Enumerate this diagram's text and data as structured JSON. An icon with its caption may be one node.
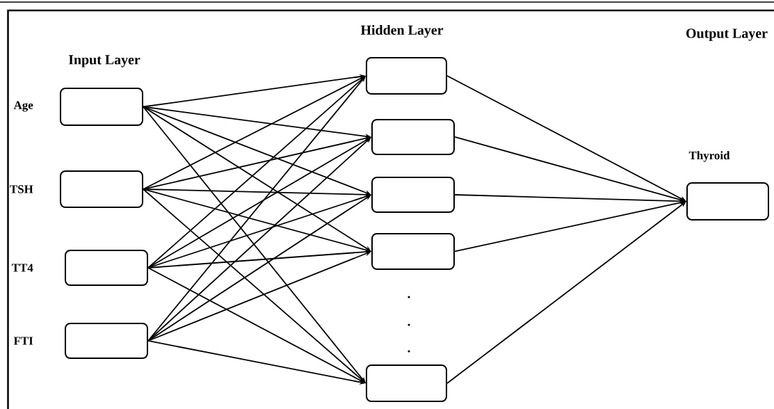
{
  "diagram": {
    "nodes": [
      {
        "text": [],
        "shape": "box",
        "beside": [
          "Age"
        ]
      },
      {
        "text": [],
        "shape": "box",
        "beside": [
          "TSH"
        ]
      },
      {
        "text": [],
        "shape": "box",
        "beside": [
          "TT4"
        ]
      },
      {
        "text": [],
        "shape": "box",
        "beside": [
          "FTI"
        ]
      },
      {
        "text": [],
        "shape": "box"
      },
      {
        "text": [],
        "shape": "box"
      },
      {
        "text": [],
        "shape": "box"
      },
      {
        "text": [],
        "shape": "box"
      },
      {
        "text": [],
        "shape": "box"
      },
      {
        "text": [],
        "shape": "box",
        "beside": [
          "Thyroid"
        ]
      }
    ],
    "edges": [
      {
        "from": 0,
        "to": 4,
        "arrow": "to"
      },
      {
        "from": 0,
        "to": 5,
        "arrow": "to"
      },
      {
        "from": 0,
        "to": 6,
        "arrow": "to"
      },
      {
        "from": 0,
        "to": 7,
        "arrow": "to"
      },
      {
        "from": 0,
        "to": 8,
        "arrow": "to"
      },
      {
        "from": 1,
        "to": 4,
        "arrow": "to"
      },
      {
        "from": 1,
        "to": 5,
        "arrow": "to"
      },
      {
        "from": 1,
        "to": 6,
        "arrow": "to"
      },
      {
        "from": 1,
        "to": 7,
        "arrow": "to"
      },
      {
        "from": 1,
        "to": 8,
        "arrow": "to"
      },
      {
        "from": 2,
        "to": 4,
        "arrow": "to"
      },
      {
        "from": 2,
        "to": 5,
        "arrow": "to"
      },
      {
        "from": 2,
        "to": 6,
        "arrow": "to"
      },
      {
        "from": 2,
        "to": 7,
        "arrow": "to"
      },
      {
        "from": 2,
        "to": 8,
        "arrow": "to"
      },
      {
        "from": 3,
        "to": 4,
        "arrow": "to"
      },
      {
        "from": 3,
        "to": 5,
        "arrow": "to"
      },
      {
        "from": 3,
        "to": 6,
        "arrow": "to"
      },
      {
        "from": 3,
        "to": 7,
        "arrow": "to"
      },
      {
        "from": 3,
        "to": 8,
        "arrow": "to"
      },
      {
        "from": 4,
        "to": 9,
        "arrow": "to"
      },
      {
        "from": 5,
        "to": 9,
        "arrow": "to"
      },
      {
        "from": 6,
        "to": 9,
        "arrow": "to"
      },
      {
        "from": 7,
        "to": 9,
        "arrow": "to"
      },
      {
        "from": 8,
        "to": 9,
        "arrow": "to"
      }
    ],
    "labels": [
      "Input Layer",
      "Hidden Layer",
      "Output Layer"
    ]
  }
}
